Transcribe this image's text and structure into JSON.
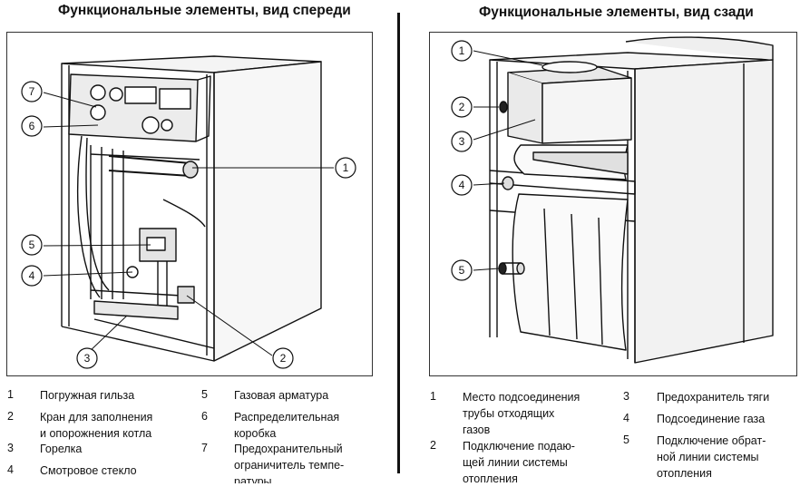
{
  "front": {
    "title": "Функциональные элементы, вид спереди",
    "callouts": [
      "1",
      "2",
      "3",
      "4",
      "5",
      "6",
      "7"
    ],
    "legend": [
      {
        "num": "1",
        "text": "Погружная гильза"
      },
      {
        "num": "2",
        "text": "Кран для заполнения\nи опорожнения котла"
      },
      {
        "num": "3",
        "text": "Горелка"
      },
      {
        "num": "4",
        "text": "Смотровое стекло"
      },
      {
        "num": "5",
        "text": "Газовая арматура"
      },
      {
        "num": "6",
        "text": "Распределительная\nкоробка"
      },
      {
        "num": "7",
        "text": "Предохранительный\nограничитель темпе-\nратуры"
      }
    ]
  },
  "back": {
    "title": "Функциональные элементы, вид сзади",
    "callouts": [
      "1",
      "2",
      "3",
      "4",
      "5"
    ],
    "legend": [
      {
        "num": "1",
        "text": "Место подсоединения\nтрубы отходящих\nгазов"
      },
      {
        "num": "2",
        "text": "Подключение подаю-\nщей линии системы\nотопления"
      },
      {
        "num": "3",
        "text": "Предохранитель тяги"
      },
      {
        "num": "4",
        "text": "Подсоединение газа"
      },
      {
        "num": "5",
        "text": "Подключение обрат-\nной линии системы\nотопления"
      }
    ]
  }
}
